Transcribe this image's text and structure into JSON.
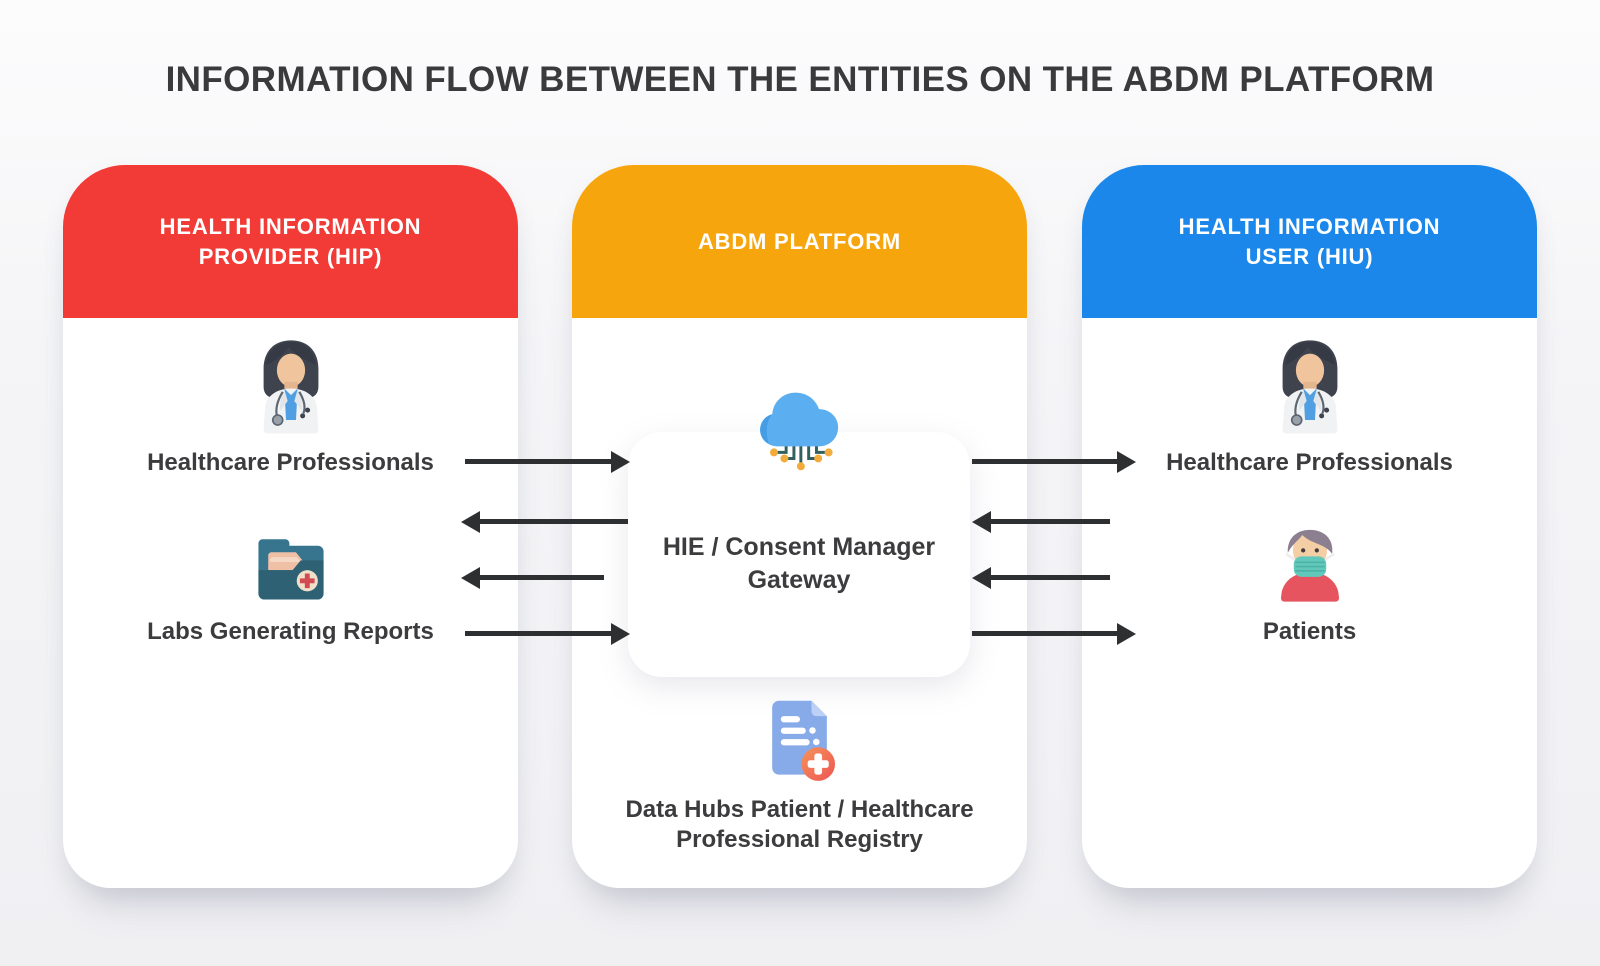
{
  "title": "INFORMATION FLOW BETWEEN THE ENTITIES ON THE ABDM PLATFORM",
  "colors": {
    "hip_header": "#F23B36",
    "abdm_header": "#F7A50D",
    "hiu_header": "#1C87EA",
    "card_background": "#FFFFFF",
    "page_background": "#F5F5F7",
    "arrow": "#2D2F31",
    "text_dark": "#3C3C3E"
  },
  "hip": {
    "header": "HEALTH INFORMATION\nPROVIDER (HIP)",
    "items": [
      {
        "icon": "female-doctor-icon",
        "label": "Healthcare Professionals"
      },
      {
        "icon": "medical-folder-icon",
        "label": "Labs Generating Reports"
      }
    ]
  },
  "abdm": {
    "header": "ABDM PLATFORM",
    "gateway_icon": "cloud-network-icon",
    "gateway_label": "HIE / Consent Manager\nGateway",
    "registry_icon": "document-plus-icon",
    "registry_label": "Data Hubs Patient / Healthcare\nProfessional Registry"
  },
  "hiu": {
    "header": "HEALTH INFORMATION\nUSER (HIU)",
    "items": [
      {
        "icon": "female-doctor-icon",
        "label": "Healthcare Professionals"
      },
      {
        "icon": "patient-mask-icon",
        "label": "Patients"
      }
    ]
  },
  "flows": {
    "hip_gateway": [
      "right",
      "left",
      "left",
      "right"
    ],
    "gateway_hiu": [
      "right",
      "left",
      "left",
      "right"
    ]
  }
}
